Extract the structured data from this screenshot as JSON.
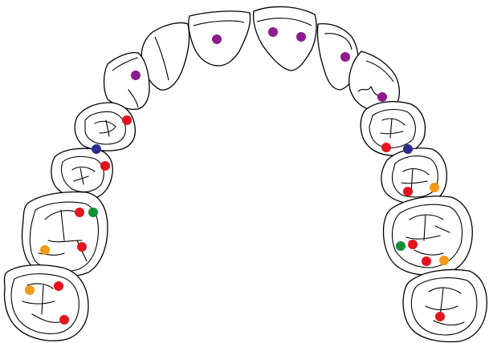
{
  "diagram": {
    "type": "occlusal-contact-chart",
    "arch": "maxillary",
    "colors": {
      "purple": "#8e1a8e",
      "red": "#e3141e",
      "navy": "#2a2d8c",
      "green": "#138f3a",
      "orange": "#f29a16"
    },
    "contact_markers": [
      {
        "tooth": "left-central-incisor",
        "color": "purple"
      },
      {
        "tooth": "right-central-incisor",
        "color": "purple"
      },
      {
        "tooth": "right-central-incisor",
        "color": "purple"
      },
      {
        "tooth": "right-lateral-incisor",
        "color": "purple"
      },
      {
        "tooth": "left-canine",
        "color": "purple"
      },
      {
        "tooth": "right-canine",
        "color": "purple"
      },
      {
        "tooth": "left-first-premolar",
        "color": "red"
      },
      {
        "tooth": "left-premolar-contact",
        "color": "navy"
      },
      {
        "tooth": "left-second-premolar",
        "color": "red"
      },
      {
        "tooth": "left-first-molar",
        "color": "red"
      },
      {
        "tooth": "left-first-molar",
        "color": "green"
      },
      {
        "tooth": "left-first-molar",
        "color": "orange"
      },
      {
        "tooth": "left-first-molar",
        "color": "red"
      },
      {
        "tooth": "left-second-molar",
        "color": "orange"
      },
      {
        "tooth": "left-second-molar",
        "color": "red"
      },
      {
        "tooth": "left-second-molar",
        "color": "red"
      },
      {
        "tooth": "right-first-premolar",
        "color": "red"
      },
      {
        "tooth": "right-premolar-contact",
        "color": "navy"
      },
      {
        "tooth": "right-second-premolar",
        "color": "red"
      },
      {
        "tooth": "right-second-premolar",
        "color": "orange"
      },
      {
        "tooth": "right-first-molar",
        "color": "green"
      },
      {
        "tooth": "right-first-molar",
        "color": "red"
      },
      {
        "tooth": "right-first-molar",
        "color": "red"
      },
      {
        "tooth": "right-first-molar",
        "color": "orange"
      },
      {
        "tooth": "right-second-molar",
        "color": "red"
      }
    ]
  }
}
